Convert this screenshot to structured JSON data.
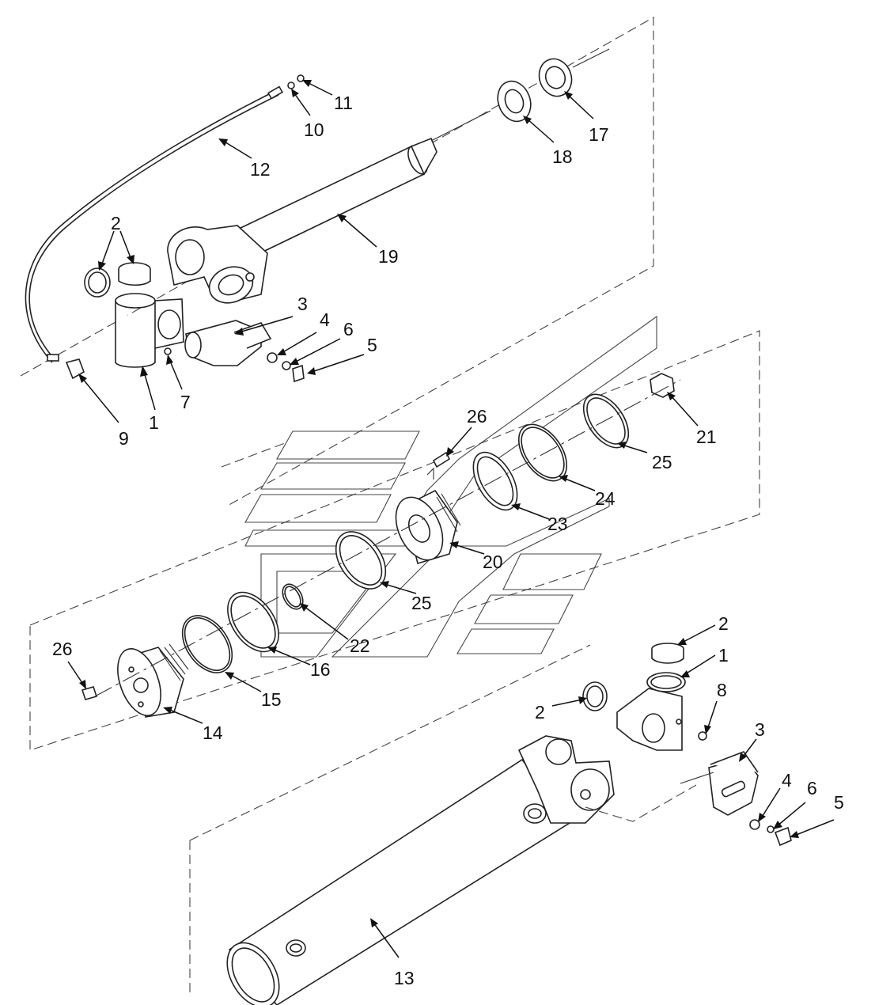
{
  "diagram": {
    "callouts": [
      {
        "id": "c1",
        "text": "1"
      },
      {
        "id": "c2",
        "text": "2"
      },
      {
        "id": "c3",
        "text": "3"
      },
      {
        "id": "c4",
        "text": "4"
      },
      {
        "id": "c5",
        "text": "5"
      },
      {
        "id": "c6",
        "text": "6"
      },
      {
        "id": "c7",
        "text": "7"
      },
      {
        "id": "c8",
        "text": "8"
      },
      {
        "id": "c9",
        "text": "9"
      },
      {
        "id": "c10",
        "text": "10"
      },
      {
        "id": "c11",
        "text": "11"
      },
      {
        "id": "c12",
        "text": "12"
      },
      {
        "id": "c13",
        "text": "13"
      },
      {
        "id": "c14",
        "text": "14"
      },
      {
        "id": "c15",
        "text": "15"
      },
      {
        "id": "c16",
        "text": "16"
      },
      {
        "id": "c17",
        "text": "17"
      },
      {
        "id": "c18",
        "text": "18"
      },
      {
        "id": "c19",
        "text": "19"
      },
      {
        "id": "c20",
        "text": "20"
      },
      {
        "id": "c21",
        "text": "21"
      },
      {
        "id": "c22",
        "text": "22"
      },
      {
        "id": "c23",
        "text": "23"
      },
      {
        "id": "c24",
        "text": "24"
      },
      {
        "id": "c25",
        "text": "25"
      },
      {
        "id": "c26",
        "text": "26"
      }
    ]
  }
}
